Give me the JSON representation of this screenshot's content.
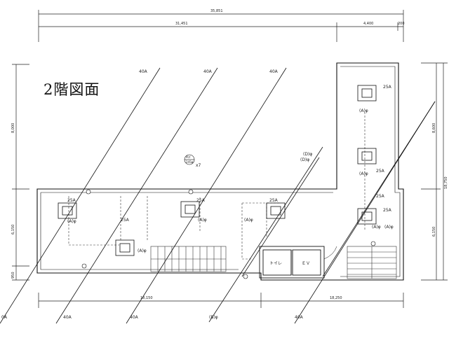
{
  "title": "2階図面",
  "dimensions": {
    "top_total": "35,851",
    "top_left": "31,451",
    "top_right": "4,400",
    "top_end": "200",
    "left_upper": "8,000",
    "left_lower": "6,150",
    "left_bottom": "950",
    "right_total": "18,750",
    "right_upper": "8,600",
    "right_lower": "6,150",
    "bottom_left": "18,150",
    "bottom_right": "18,250"
  },
  "pipes": {
    "top_labels": [
      "40A",
      "40A",
      "40A"
    ],
    "bottom_labels": [
      "0A",
      "40A",
      "40A",
      "(B)φ",
      "40A"
    ],
    "riser_labels": [
      "(D)φ",
      "(D)φ"
    ],
    "ply_label": "PLY",
    "ply_size": "245φ",
    "ply_count": "x7"
  },
  "units": [
    {
      "size": "25A",
      "tag": "(A)φ"
    },
    {
      "size": "25A",
      "tag": "(A)φ"
    },
    {
      "size": "25A",
      "tag": "(A)φ"
    },
    {
      "size": "25A",
      "tag": "(A)φ"
    },
    {
      "size": "25A",
      "tag": "(A)φ"
    },
    {
      "size": "25A",
      "tag": "(A)φ"
    },
    {
      "size": "25A",
      "tag": "(A)φ"
    },
    {
      "size": "25A",
      "tag": "(A)φ"
    }
  ],
  "rooms": {
    "toilet": "トイレ",
    "elevator": "ＥＶ"
  }
}
